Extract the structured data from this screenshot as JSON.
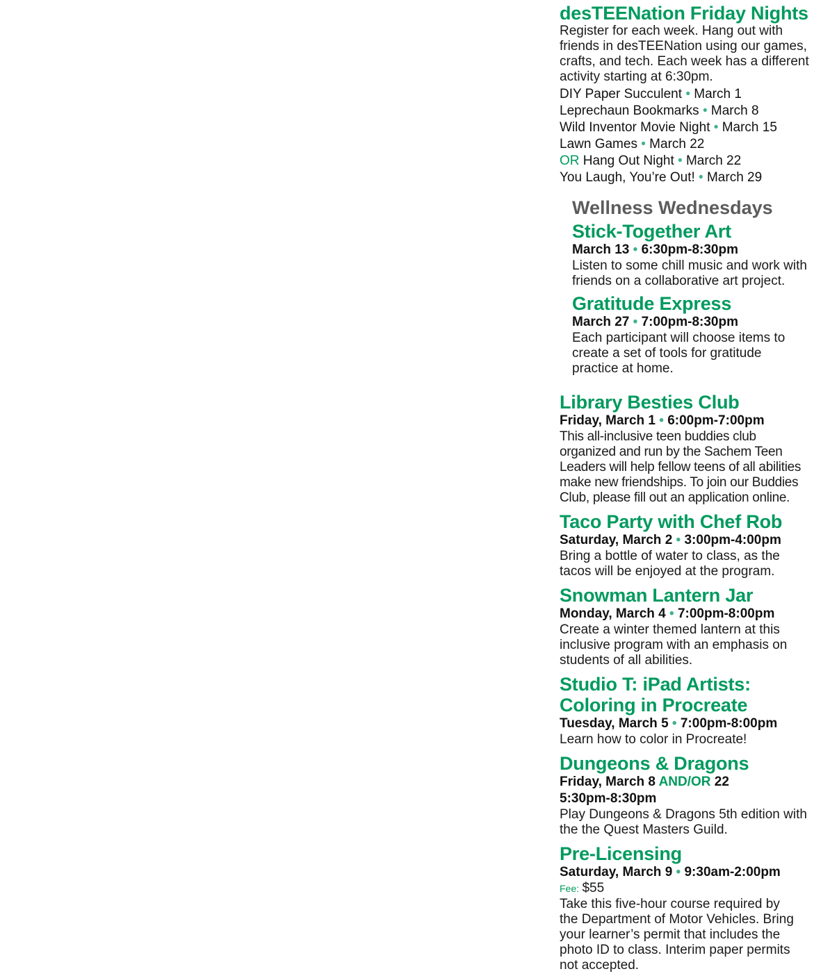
{
  "friday_nights": {
    "title": "desTEENation Friday Nights",
    "description": "Register for each week. Hang out with friends in desTEENation using our games, crafts, and tech. Each week has a different activity starting at 6:30pm.",
    "schedule": [
      {
        "prefix": "",
        "name": "DIY Paper Succulent",
        "date": "March 1"
      },
      {
        "prefix": "",
        "name": "Leprechaun Bookmarks",
        "date": "March 8"
      },
      {
        "prefix": "",
        "name": "Wild Inventor Movie Night",
        "date": "March 15"
      },
      {
        "prefix": "",
        "name": "Lawn Games",
        "date": "March 22"
      },
      {
        "prefix": "OR",
        "name": "Hang Out Night",
        "date": "March 22"
      },
      {
        "prefix": "",
        "name": "You Laugh, You’re Out!",
        "date": "March 29"
      }
    ]
  },
  "wellness": {
    "heading": "Wellness Wednesdays",
    "events": [
      {
        "title": "Stick-Together Art",
        "date": "March 13",
        "time": "6:30pm-8:30pm",
        "description": "Listen to some chill music and work with friends on a collaborative art project."
      },
      {
        "title": "Gratitude Express",
        "date": "March 27",
        "time": "7:00pm-8:30pm",
        "description": "Each participant will choose items to create a set of tools for gratitude practice at home."
      }
    ]
  },
  "events": [
    {
      "title": "Library Besties Club",
      "date": "Friday, March 1",
      "time": "6:00pm-7:00pm",
      "description": "This all-inclusive teen buddies club organized and run by the Sachem Teen Leaders will help fellow teens of all abilities make new friendships. To join our Buddies Club, please fill out an application online."
    },
    {
      "title": "Taco Party with Chef Rob",
      "date": "Saturday, March 2",
      "time": "3:00pm-4:00pm",
      "description": "Bring a bottle of water to class, as the tacos will be enjoyed at the program."
    },
    {
      "title": "Snowman Lantern Jar",
      "date": "Monday, March 4",
      "time": "7:00pm-8:00pm",
      "description": "Create a winter themed lantern at this inclusive program with an emphasis on students of all abilities."
    },
    {
      "title_line1": "Studio T: iPad Artists:",
      "title_line2": "Coloring in Procreate",
      "date": "Tuesday, March 5",
      "time": "7:00pm-8:00pm",
      "description": "Learn how to color in Procreate!"
    }
  ],
  "dnd": {
    "title": "Dungeons & Dragons",
    "date_part1": "Friday, March 8",
    "connector": "AND/OR",
    "date_part2": "22",
    "time": "5:30pm-8:30pm",
    "description": "Play Dungeons & Dragons 5th edition with the the Quest Masters Guild."
  },
  "prelicensing": {
    "title": "Pre-Licensing",
    "date": "Saturday, March 9",
    "time": "9:30am-2:00pm",
    "fee_label": "Fee:",
    "fee_value": "$55",
    "description": "Take this five-hour course required by the Department of Motor Vehicles. Bring your learner’s permit that includes the photo ID to class. Interim paper permits not accepted."
  },
  "separator": "•",
  "colors": {
    "accent": "#009a5e",
    "dot": "#3fb28a",
    "subheading": "#5c5c5c"
  }
}
